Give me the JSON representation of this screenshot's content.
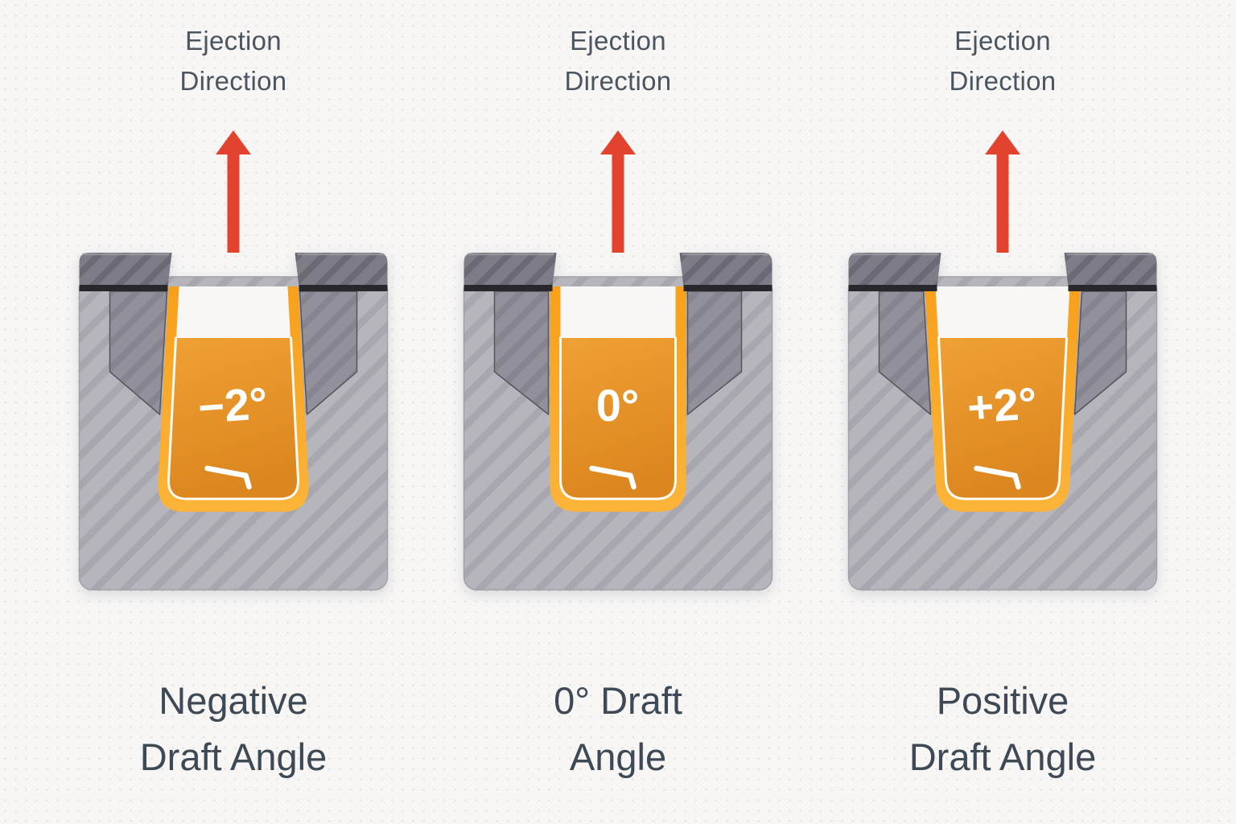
{
  "page": {
    "background": "#f7f6f5",
    "caption_color": "#4a5560",
    "title_color": "#3d4954"
  },
  "colors": {
    "arrow_red": "#e2432e",
    "mold_body_gray": "#b6b5bc",
    "mold_flange_gray": "#7e7d87",
    "mold_insert_gray": "#92919b",
    "flange_edge_black": "#27272c",
    "part_rim_orange": "#f8a71f",
    "part_fill_orange": "#e08c26",
    "label_white": "#ffffff"
  },
  "panels": [
    {
      "id": "negative",
      "caption_line1": "Ejection",
      "caption_line2": "Direction",
      "degree_label": "−2°",
      "title_line1": "Negative",
      "title_line2": "Draft Angle"
    },
    {
      "id": "zero",
      "caption_line1": "Ejection",
      "caption_line2": "Direction",
      "degree_label": "0°",
      "title_line1": "0° Draft",
      "title_line2": "Angle"
    },
    {
      "id": "positive",
      "caption_line1": "Ejection",
      "caption_line2": "Direction",
      "degree_label": "+2°",
      "title_line1": "Positive",
      "title_line2": "Draft Angle"
    }
  ]
}
